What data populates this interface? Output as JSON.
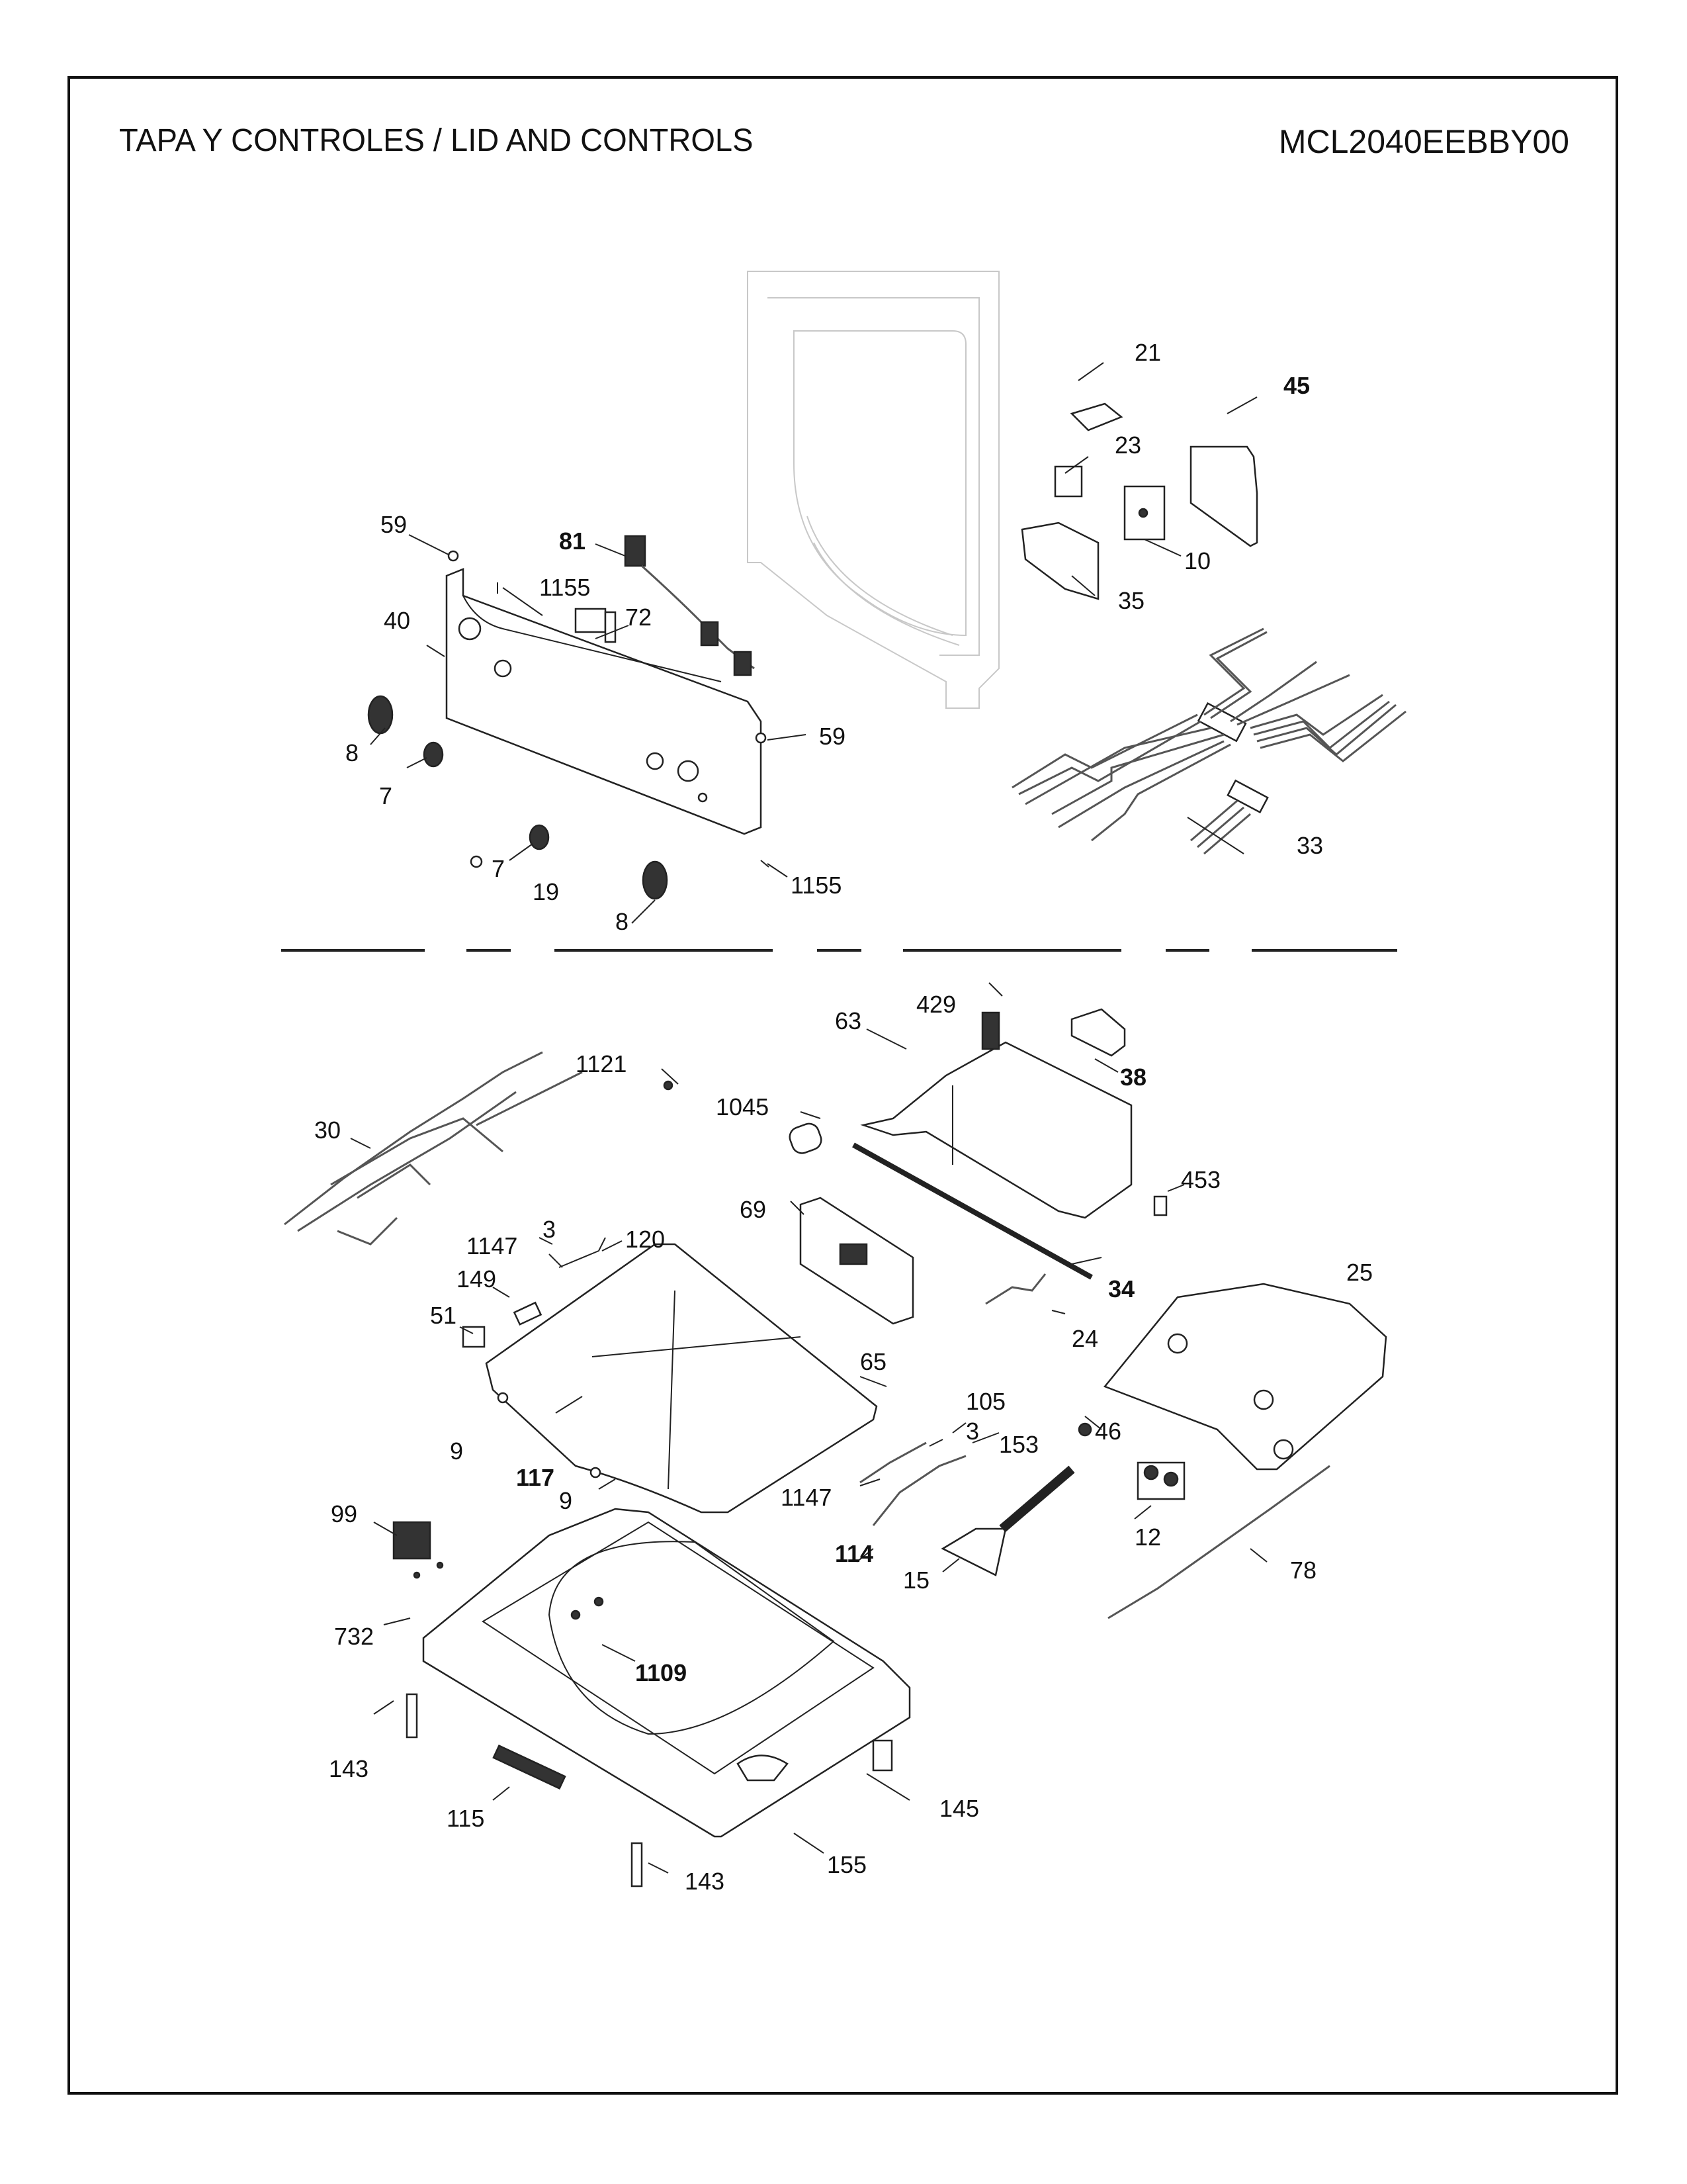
{
  "header": {
    "title": "TAPA Y CONTROLES / LID AND CONTROLS",
    "model": "MCL2040EEBBY00"
  },
  "sections": {
    "upper": {
      "name": "control-panel-group",
      "callouts": [
        "59",
        "81",
        "1155",
        "40",
        "72",
        "8",
        "7",
        "59",
        "7",
        "19",
        "8",
        "1155",
        "21",
        "45",
        "23",
        "10",
        "35",
        "33"
      ]
    },
    "lower": {
      "name": "lid-and-top-group",
      "callouts": [
        "429",
        "63",
        "38",
        "1121",
        "1045",
        "30",
        "453",
        "69",
        "3",
        "1147",
        "120",
        "149",
        "34",
        "25",
        "51",
        "65",
        "24",
        "105",
        "9",
        "3",
        "46",
        "153",
        "117",
        "1147",
        "9",
        "12",
        "99",
        "114",
        "15",
        "78",
        "732",
        "1109",
        "143",
        "115",
        "145",
        "143",
        "155"
      ]
    }
  },
  "labels": {
    "l59a": "59",
    "l81": "81",
    "l1155a": "1155",
    "l40": "40",
    "l72": "72",
    "l8a": "8",
    "l7a": "7",
    "l59b": "59",
    "l7b": "7",
    "l19": "19",
    "l8b": "8",
    "l1155b": "1155",
    "l21": "21",
    "l45": "45",
    "l23": "23",
    "l10": "10",
    "l35": "35",
    "l33": "33",
    "l429": "429",
    "l63": "63",
    "l38": "38",
    "l1121": "1121",
    "l1045": "1045",
    "l30": "30",
    "l453": "453",
    "l69": "69",
    "l3a": "3",
    "l1147a": "1147",
    "l120": "120",
    "l149": "149",
    "l34": "34",
    "l25": "25",
    "l51": "51",
    "l65": "65",
    "l24": "24",
    "l105": "105",
    "l9a": "9",
    "l3b": "3",
    "l46": "46",
    "l153": "153",
    "l117": "117",
    "l1147b": "1147",
    "l9b": "9",
    "l12": "12",
    "l99": "99",
    "l114": "114",
    "l15": "15",
    "l78": "78",
    "l732": "732",
    "l1109": "1109",
    "l143a": "143",
    "l115": "115",
    "l145": "145",
    "l143b": "143",
    "l155": "155"
  }
}
